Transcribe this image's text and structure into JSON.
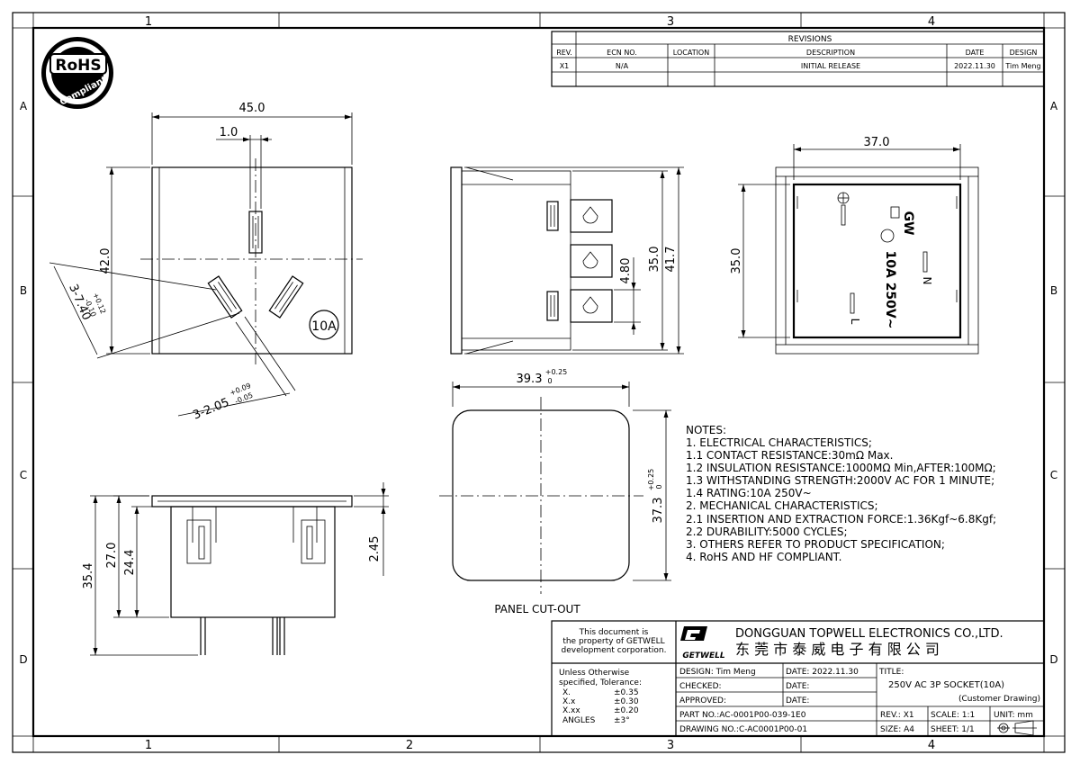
{
  "border": {
    "zone_cols_top": [
      "1",
      "3",
      "4"
    ],
    "zone_cols_bottom": [
      "1",
      "2",
      "3",
      "4"
    ],
    "zone_rows": [
      "A",
      "B",
      "C",
      "D"
    ]
  },
  "logo": {
    "text1": "RoHS",
    "text2": "Compliant"
  },
  "revisions": {
    "title": "REVISIONS",
    "headers": [
      "REV.",
      "ECN NO.",
      "LOCATION",
      "DESCRIPTION",
      "DATE",
      "DESIGN"
    ],
    "row": [
      "X1",
      "N/A",
      "",
      "INITIAL RELEASE",
      "2022.11.30",
      "Tim Meng"
    ]
  },
  "dims": {
    "top_width": "45.0",
    "top_slot": "1.0",
    "top_height": "42.0",
    "pin_angle": "3-7.40",
    "pin_angle_tol_plus": "+0.12",
    "pin_angle_tol_minus": "-0.10",
    "pin_thick": "3-2.05",
    "pin_thick_tol_plus": "+0.09",
    "pin_thick_tol_minus": "-0.05",
    "rating_mark": "10A",
    "side_pitch": "4.80",
    "side_h1": "35.0",
    "side_h2": "41.7",
    "front_w": "37.0",
    "front_h": "35.0",
    "front_text1": "GW",
    "front_text2": "10A 250V~",
    "front_N": "N",
    "front_L": "L",
    "cut_w": "39.3",
    "cut_w_tol_plus": "+0.25",
    "cut_w_tol_zero": "0",
    "cut_h": "37.3",
    "cut_h_tol_plus": "+0.25",
    "cut_h_tol_zero": "0",
    "cut_label": "PANEL CUT-OUT",
    "bot_total": "35.4",
    "bot_body": "27.0",
    "bot_inner": "24.4",
    "bot_flange": "2.45"
  },
  "notes": {
    "title": "NOTES:",
    "lines": [
      "1.    ELECTRICAL CHARACTERISTICS;",
      "1.1  CONTACT RESISTANCE:30mΩ Max.",
      "1.2  INSULATION RESISTANCE:1000MΩ Min,AFTER:100MΩ;",
      "1.3  WITHSTANDING STRENGTH:2000V AC FOR 1 MINUTE;",
      "1.4  RATING:10A 250V~",
      "2.    MECHANICAL CHARACTERISTICS;",
      "2.1  INSERTION AND EXTRACTION FORCE:1.36Kgf~6.8Kgf;",
      "2.2  DURABILITY:5000 CYCLES;",
      "3.    OTHERS REFER TO PRODUCT SPECIFICATION;",
      "4.    RoHS AND HF COMPLIANT."
    ]
  },
  "title_block": {
    "property": [
      "This document is",
      "the property of GETWELL",
      "development corporation."
    ],
    "tolerance": [
      "Unless Otherwise",
      "specified, Tolerance:"
    ],
    "tol_rows": [
      [
        "X.",
        "±0.35"
      ],
      [
        "X.x",
        "±0.30"
      ],
      [
        "X.xx",
        "±0.20"
      ],
      [
        "ANGLES",
        "±3°"
      ]
    ],
    "company_en": "DONGGUAN TOPWELL ELECTRONICS CO.,LTD.",
    "company_cn": "东 莞 市 泰 威 电 子 有 限 公 司",
    "brand": "GETWELL",
    "design": "DESIGN:   Tim Meng",
    "design_date": "DATE:  2022.11.30",
    "checked": "CHECKED:",
    "checked_date": "DATE:",
    "approved": "APPROVED:",
    "approved_date": "DATE:",
    "part_no": "PART NO.:AC-0001P00-039-1E0",
    "drawing_no": "DRAWING NO.:C-AC0001P00-01",
    "title_label": "TITLE:",
    "title": "250V AC 3P SOCKET(10A)",
    "subtitle": "(Customer Drawing)",
    "rev": "REV.: X1",
    "scale": "SCALE: 1:1",
    "unit": "UNIT: mm",
    "size": "SIZE: A4",
    "sheet": "SHEET: 1/1"
  }
}
